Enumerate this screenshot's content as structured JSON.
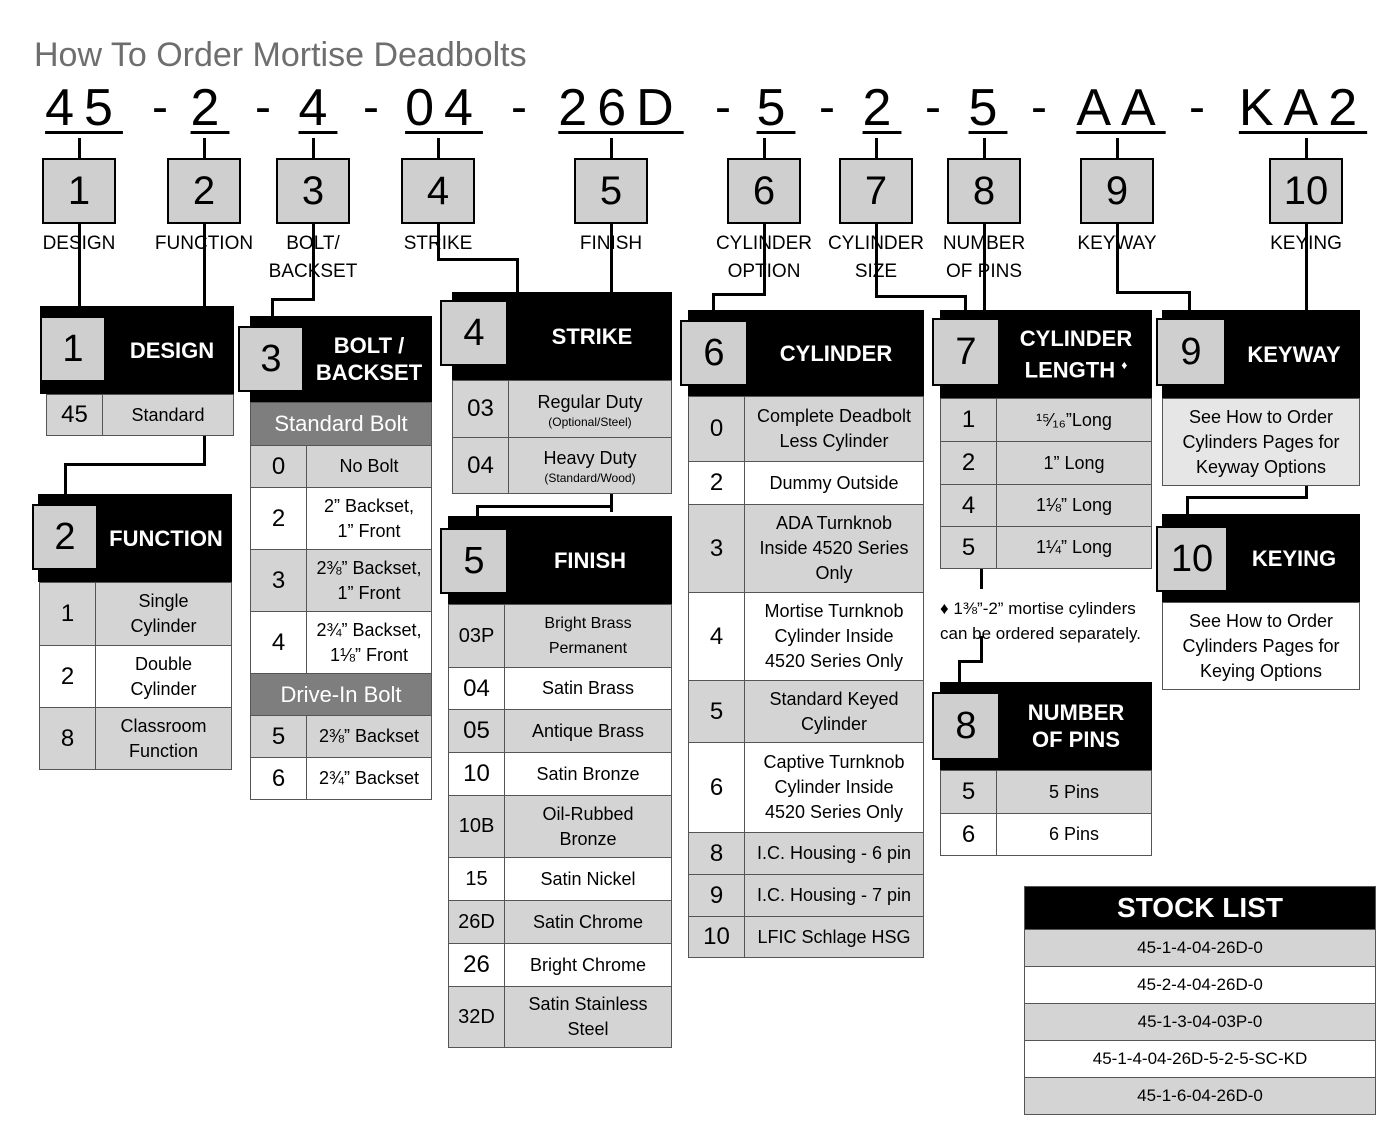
{
  "title": "How To Order Mortise Deadbolts",
  "code": {
    "segments": [
      "45",
      "2",
      "4",
      "04",
      "26D",
      "5",
      "2",
      "5",
      "AA",
      "KA2"
    ],
    "dash": "-"
  },
  "positions": [
    {
      "num": "1",
      "label": "DESIGN"
    },
    {
      "num": "2",
      "label": "FUNCTION"
    },
    {
      "num": "3",
      "label1": "BOLT/",
      "label2": "BACKSET"
    },
    {
      "num": "4",
      "label": "STRIKE"
    },
    {
      "num": "5",
      "label": "FINISH"
    },
    {
      "num": "6",
      "label1": "CYLINDER",
      "label2": "OPTION"
    },
    {
      "num": "7",
      "label1": "CYLINDER",
      "label2": "SIZE"
    },
    {
      "num": "8",
      "label1": "NUMBER",
      "label2": "OF PINS"
    },
    {
      "num": "9",
      "label": "KEYWAY"
    },
    {
      "num": "10",
      "label": "KEYING"
    }
  ],
  "design": {
    "num": "1",
    "title": "DESIGN",
    "rows": [
      {
        "code": "45",
        "text": "Standard"
      }
    ]
  },
  "function": {
    "num": "2",
    "title": "FUNCTION",
    "rows": [
      {
        "code": "1",
        "l1": "Single",
        "l2": "Cylinder"
      },
      {
        "code": "2",
        "l1": "Double",
        "l2": "Cylinder"
      },
      {
        "code": "8",
        "l1": "Classroom",
        "l2": "Function"
      }
    ]
  },
  "bolt": {
    "num": "3",
    "title1": "BOLT /",
    "title2": "BACKSET",
    "standard_label": "Standard Bolt",
    "standard_rows": [
      {
        "code": "0",
        "l1": "No Bolt",
        "l2": ""
      },
      {
        "code": "2",
        "l1": "2” Backset,",
        "l2": "1” Front"
      },
      {
        "code": "3",
        "l1": "2⅜” Backset,",
        "l2": "1” Front"
      },
      {
        "code": "4",
        "l1": "2¾” Backset,",
        "l2": "1⅛” Front"
      }
    ],
    "drive_label": "Drive-In Bolt",
    "drive_rows": [
      {
        "code": "5",
        "text": "2⅜” Backset"
      },
      {
        "code": "6",
        "text": "2¾” Backset"
      }
    ]
  },
  "strike": {
    "num": "4",
    "title": "STRIKE",
    "rows": [
      {
        "code": "03",
        "text": "Regular Duty",
        "sub": "(Optional/Steel)"
      },
      {
        "code": "04",
        "text": "Heavy Duty",
        "sub": "(Standard/Wood)"
      }
    ]
  },
  "finish": {
    "num": "5",
    "title": "FINISH",
    "rows": [
      {
        "code": "03P",
        "l1": "Bright Brass",
        "l2": "Permanent"
      },
      {
        "code": "04",
        "l1": "Satin Brass",
        "l2": ""
      },
      {
        "code": "05",
        "l1": "Antique Brass",
        "l2": ""
      },
      {
        "code": "10",
        "l1": "Satin Bronze",
        "l2": ""
      },
      {
        "code": "10B",
        "l1": "Oil-Rubbed",
        "l2": "Bronze"
      },
      {
        "code": "15",
        "l1": "Satin Nickel",
        "l2": ""
      },
      {
        "code": "26D",
        "l1": "Satin Chrome",
        "l2": ""
      },
      {
        "code": "26",
        "l1": "Bright Chrome",
        "l2": ""
      },
      {
        "code": "32D",
        "l1": "Satin Stainless",
        "l2": "Steel"
      }
    ]
  },
  "cylinder": {
    "num": "6",
    "title": "CYLINDER",
    "rows": [
      {
        "code": "0",
        "l1": "Complete Deadbolt",
        "l2": "Less Cylinder",
        "l3": ""
      },
      {
        "code": "2",
        "l1": "Dummy Outside",
        "l2": "",
        "l3": ""
      },
      {
        "code": "3",
        "l1": "ADA Turnknob",
        "l2": "Inside 4520 Series",
        "l3": "Only"
      },
      {
        "code": "4",
        "l1": "Mortise Turnknob",
        "l2": "Cylinder Inside",
        "l3": "4520 Series Only"
      },
      {
        "code": "5",
        "l1": "Standard Keyed",
        "l2": "Cylinder",
        "l3": ""
      },
      {
        "code": "6",
        "l1": "Captive Turnknob",
        "l2": "Cylinder Inside",
        "l3": "4520 Series Only"
      },
      {
        "code": "8",
        "l1": "I.C. Housing - 6 pin",
        "l2": "",
        "l3": ""
      },
      {
        "code": "9",
        "l1": "I.C. Housing - 7 pin",
        "l2": "",
        "l3": ""
      },
      {
        "code": "10",
        "l1": "LFIC Schlage HSG",
        "l2": "",
        "l3": ""
      }
    ]
  },
  "cyl_length": {
    "num": "7",
    "title1": "CYLINDER",
    "title2": "LENGTH",
    "diamond": "♦",
    "rows": [
      {
        "code": "1",
        "text": "¹⁵⁄₁₆”Long"
      },
      {
        "code": "2",
        "text": "1” Long"
      },
      {
        "code": "4",
        "text": "1⅛” Long"
      },
      {
        "code": "5",
        "text": "1¼” Long"
      }
    ],
    "note1": "♦ 1⅜”-2” mortise cylinders",
    "note2": "can be ordered separately."
  },
  "pins": {
    "num": "8",
    "title1": "NUMBER",
    "title2": "OF PINS",
    "rows": [
      {
        "code": "5",
        "text": "5 Pins"
      },
      {
        "code": "6",
        "text": "6 Pins"
      }
    ]
  },
  "keyway": {
    "num": "9",
    "title": "KEYWAY",
    "l1": "See How to Order",
    "l2": "Cylinders Pages for",
    "l3": "Keyway Options"
  },
  "keying": {
    "num": "10",
    "title": "KEYING",
    "l1": "See How to Order",
    "l2": "Cylinders Pages for",
    "l3": "Keying Options"
  },
  "stock": {
    "title": "STOCK LIST",
    "items": [
      "45-1-4-04-26D-0",
      "45-2-4-04-26D-0",
      "45-1-3-04-03P-0",
      "45-1-4-04-26D-5-2-5-SC-KD",
      "45-1-6-04-26D-0"
    ]
  }
}
